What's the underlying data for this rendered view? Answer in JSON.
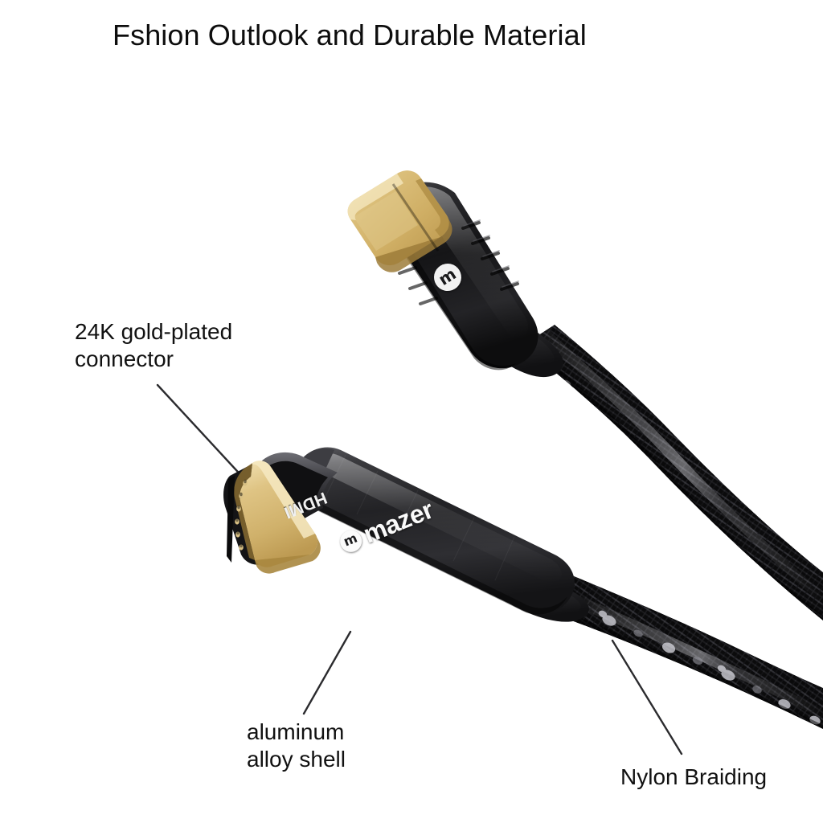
{
  "page": {
    "background_color": "#ffffff",
    "title": "Fshion Outlook and Durable Material",
    "title_color": "#0d0d0d"
  },
  "callouts": [
    {
      "id": "gold-connector",
      "text": "24K gold-plated\nconnector",
      "target": "hdmi-gold-contacts"
    },
    {
      "id": "alloy-shell",
      "text": "aluminum\nalloy shell",
      "target": "hdmi-housing"
    },
    {
      "id": "nylon-braiding",
      "text": "Nylon Braiding",
      "target": "braided-cable"
    }
  ],
  "product": {
    "brand": "mazer",
    "brand_glyph": "m",
    "connectors": [
      {
        "id": "usb-c-connector",
        "position": "top",
        "tip_material": "24K gold-plated",
        "tip_color": "#d6b66a",
        "housing_color": "#1d1d1f",
        "badge_glyph": "m"
      },
      {
        "id": "hdmi-connector",
        "position": "bottom",
        "port_label": "HDMI",
        "tip_material": "24K gold-plated",
        "tip_color": "#d8bc77",
        "housing_color": "#2a2a2d",
        "wordmark": "mazer"
      }
    ],
    "cable": {
      "material": "Nylon Braiding",
      "color": "#0c0c0d",
      "highlight_color": "#b8b8bc"
    }
  }
}
